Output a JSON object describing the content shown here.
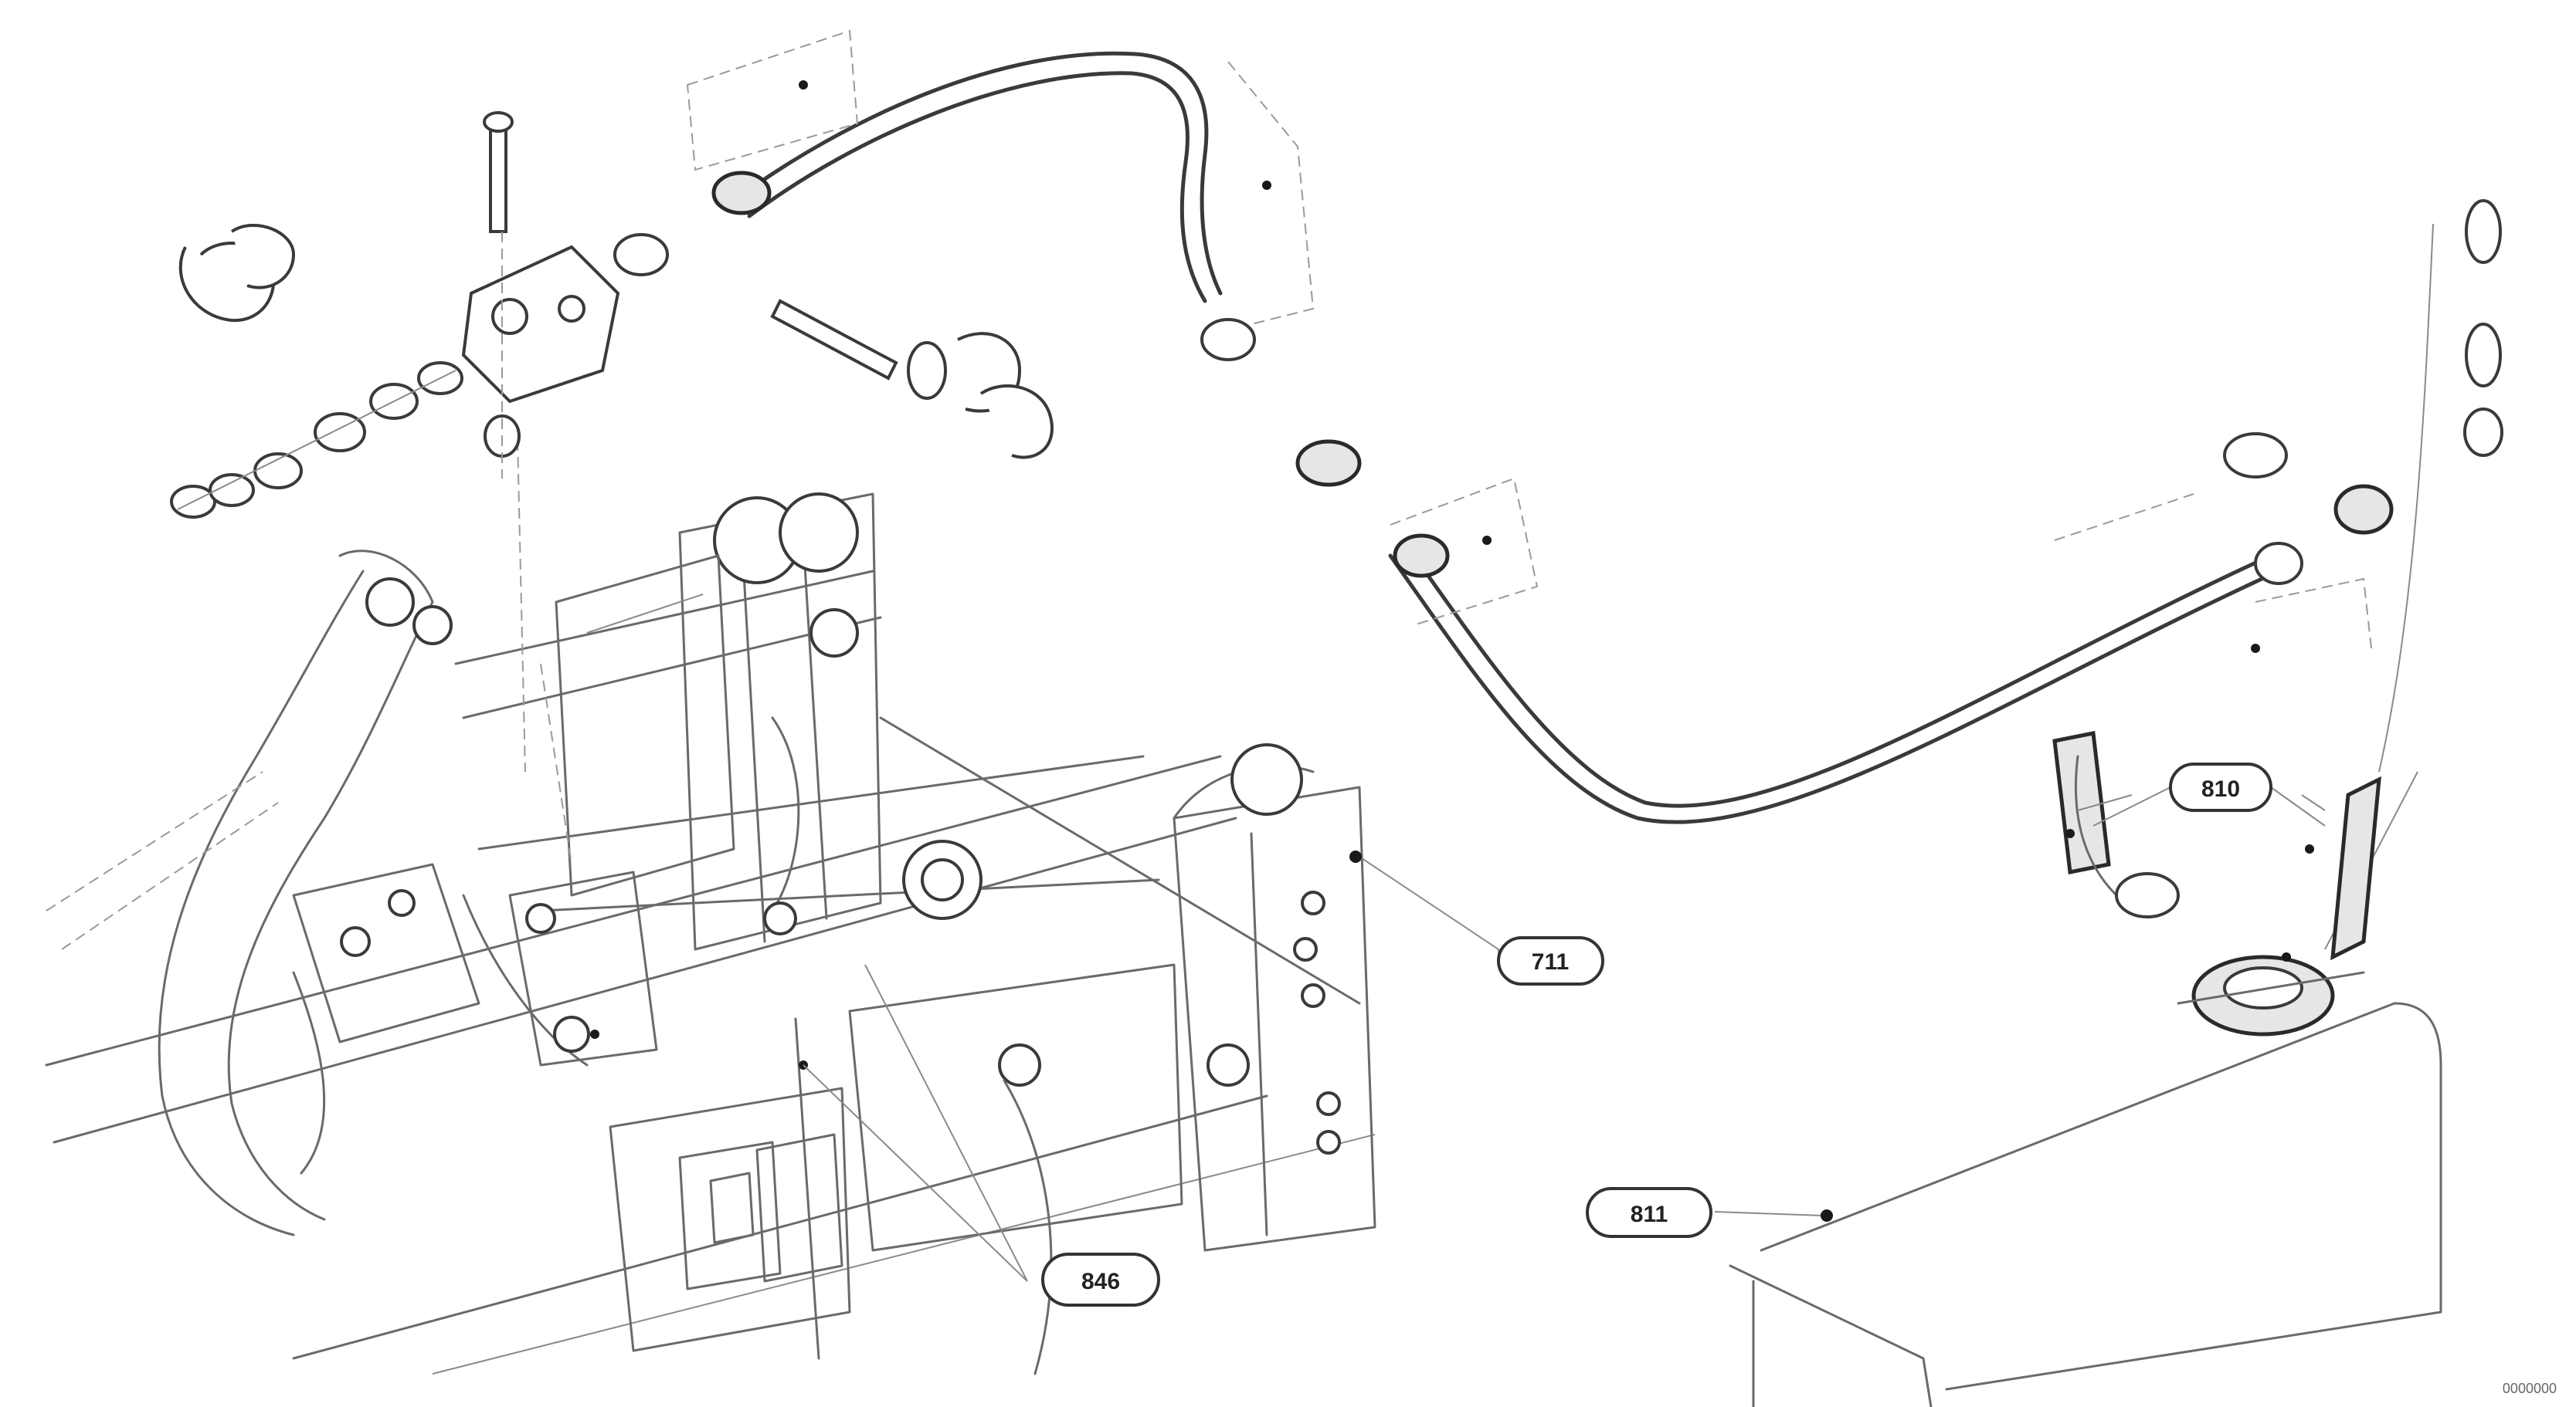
{
  "diagram": {
    "type": "exploded parts drawing",
    "callouts": [
      {
        "id": "callout-711",
        "label": "711"
      },
      {
        "id": "callout-810",
        "label": "810"
      },
      {
        "id": "callout-811",
        "label": "811"
      },
      {
        "id": "callout-846",
        "label": "846"
      }
    ],
    "figure_number": "0000000"
  }
}
